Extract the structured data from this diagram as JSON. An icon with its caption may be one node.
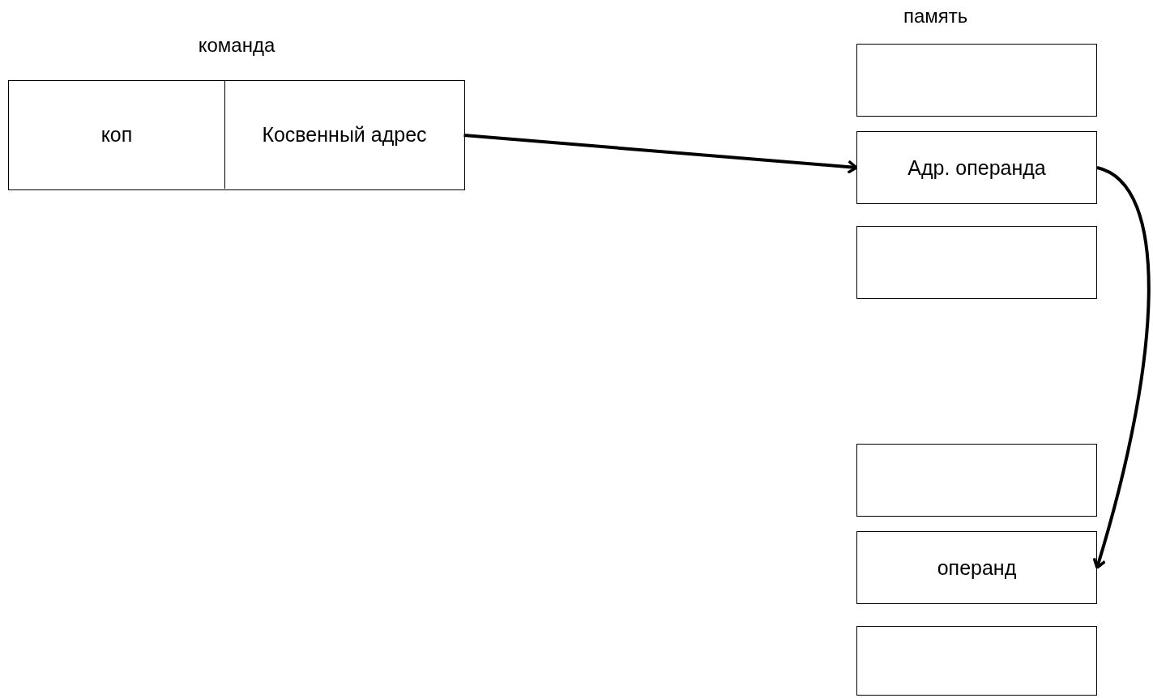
{
  "diagram": {
    "nodes": [
      {
        "text": [
          "команда"
        ]
      },
      {
        "text": [
          "коп"
        ],
        "in": 0
      },
      {
        "text": [
          "Косвенный адрес"
        ],
        "in": 0
      },
      {
        "text": [],
        "shape": "box"
      },
      {
        "text": [
          "Адр. операнда"
        ]
      },
      {
        "text": [],
        "shape": "box"
      },
      {
        "text": [],
        "shape": "box"
      },
      {
        "text": [
          "операнд"
        ]
      },
      {
        "text": [],
        "shape": "box"
      }
    ],
    "edges": [
      {
        "from": 2,
        "to": 4,
        "arrow": "to"
      },
      {
        "from": 4,
        "to": 7,
        "arrow": "to"
      }
    ],
    "labels": [
      "память"
    ]
  }
}
